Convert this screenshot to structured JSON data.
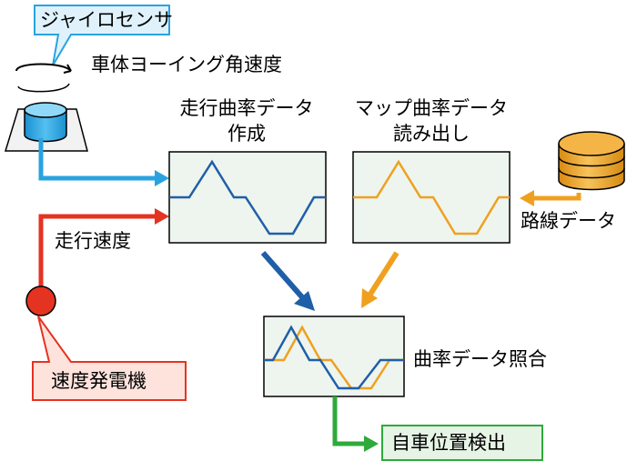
{
  "labels": {
    "gyro_sensor": "ジャイロセンサ",
    "yaw_rate": "車体ヨーイング角速度",
    "make_curvature_line1": "走行曲率データ",
    "make_curvature_line2": "作成",
    "read_map_line1": "マップ曲率データ",
    "read_map_line2": "読み出し",
    "road_data": "路線データ",
    "travel_speed": "走行速度",
    "speed_generator": "速度発電機",
    "curvature_matching": "曲率データ照合",
    "self_position": "自車位置検出"
  },
  "colors": {
    "gyro_blue": "#29a3e0",
    "curve_blue": "#1f5fa8",
    "map_orange": "#f0a020",
    "speed_red": "#e53322",
    "result_green": "#2eaa3a",
    "panel_fill": "#eef5ee",
    "callout_blue_fill": "#dff2fb",
    "callout_red_fill": "#fde3dc"
  }
}
